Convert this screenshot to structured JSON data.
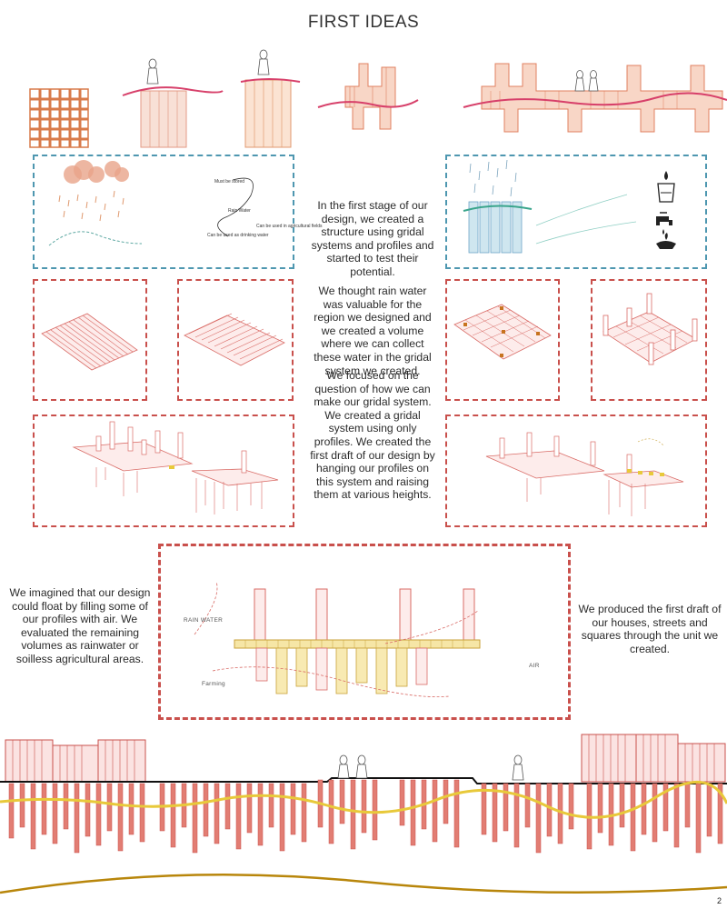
{
  "page": {
    "title": "FIRST IDEAS",
    "page_number": "2"
  },
  "paragraphs": {
    "p1": "In the first stage of our design, we created a structure using gridal systems and profiles and started to test their potential.",
    "p2": "We thought rain water was valuable for the region we designed and we created a volume where we can collect these water in the gridal system we created.",
    "p3": "We focused on the question of how we can make our gridal system. We created a gridal system using only profiles. We created the first draft of our design by hanging our profiles on this system and raising them at various heights.",
    "p4": "We imagined that our design could float by filling some of our profiles with air. We evaluated the remaining volumes as rainwater or soilless agricultural areas.",
    "p5": "We produced the first draft of our houses, streets and squares through the unit we created."
  },
  "rain_diagram": {
    "label_stored": "Must be stored",
    "label_rain": "Rain Water",
    "label_drinking": "Can be used as drinking water",
    "label_agri": "Can be used in agricultural fields"
  },
  "section_diagram": {
    "label_rain": "RAIN WATER",
    "label_farming": "Farming",
    "label_air": "AIR"
  },
  "icons": {
    "glass": "water-glass-icon",
    "tap": "water-tap-icon"
  },
  "colors": {
    "accent_red": "#c9504c",
    "accent_blue": "#4e97b0",
    "accent_yellow": "#e8c93a",
    "ground_line": "#b8860b"
  }
}
